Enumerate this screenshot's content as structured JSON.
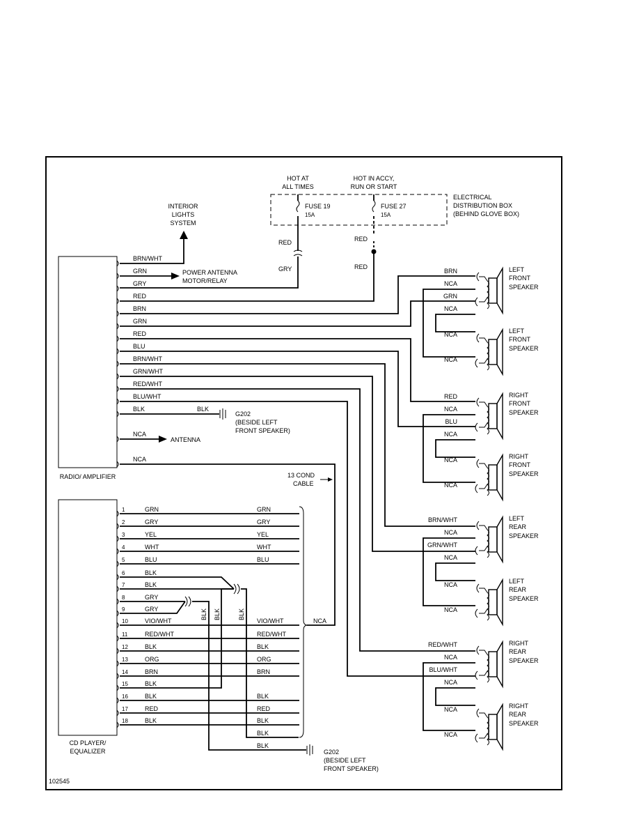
{
  "diagram_id": "102545",
  "boxes": {
    "radio": "RADIO/ AMPLIFIER",
    "cd_1": "CD PLAYER/",
    "cd_2": "EQUALIZER"
  },
  "fuse_box": {
    "hot_at_1": "HOT AT",
    "hot_at_2": "ALL TIMES",
    "hot_accy_1": "HOT IN ACCY,",
    "hot_accy_2": "RUN OR START",
    "fuse19": "FUSE 19",
    "fuse19_amp": "15A",
    "fuse27": "FUSE 27",
    "fuse27_amp": "15A",
    "box_1": "ELECTRICAL",
    "box_2": "DISTRIBUTION BOX",
    "box_3": "(BEHIND GLOVE BOX)",
    "red_a": "RED",
    "gry": "GRY",
    "red_b": "RED",
    "red_c": "RED"
  },
  "interior": [
    "INTERIOR",
    "LIGHTS",
    "SYSTEM"
  ],
  "power_antenna": [
    "POWER ANTENNA",
    "MOTOR/RELAY"
  ],
  "antenna": "ANTENNA",
  "g202_top": [
    "G202",
    "(BESIDE LEFT",
    "FRONT SPEAKER)"
  ],
  "g202_bottom": [
    "G202",
    "(BESIDE LEFT",
    "FRONT SPEAKER)"
  ],
  "cable": [
    "13 COND",
    "CABLE"
  ],
  "radio_wires": [
    "BRN/WHT",
    "GRN",
    "GRY",
    "RED",
    "BRN",
    "GRN",
    "RED",
    "BLU",
    "BRN/WHT",
    "GRN/WHT",
    "RED/WHT",
    "BLU/WHT",
    "BLK",
    "NCA",
    "NCA"
  ],
  "blk_ground": "BLK",
  "cd_pins": [
    {
      "num": "1",
      "color": "GRN",
      "right": "GRN"
    },
    {
      "num": "2",
      "color": "GRY",
      "right": "GRY"
    },
    {
      "num": "3",
      "color": "YEL",
      "right": "YEL"
    },
    {
      "num": "4",
      "color": "WHT",
      "right": "WHT"
    },
    {
      "num": "5",
      "color": "BLU",
      "right": "BLU"
    },
    {
      "num": "6",
      "color": "BLK",
      "right": ""
    },
    {
      "num": "7",
      "color": "BLK",
      "right": ""
    },
    {
      "num": "8",
      "color": "GRY",
      "right": ""
    },
    {
      "num": "9",
      "color": "GRY",
      "right": ""
    },
    {
      "num": "10",
      "color": "VIO/WHT",
      "right": "VIO/WHT"
    },
    {
      "num": "11",
      "color": "RED/WHT",
      "right": "RED/WHT"
    },
    {
      "num": "12",
      "color": "BLK",
      "right": "BLK"
    },
    {
      "num": "13",
      "color": "ORG",
      "right": "ORG"
    },
    {
      "num": "14",
      "color": "BRN",
      "right": "BRN"
    },
    {
      "num": "15",
      "color": "BLK",
      "right": ""
    },
    {
      "num": "16",
      "color": "BLK",
      "right": "BLK"
    },
    {
      "num": "17",
      "color": "RED",
      "right": "RED"
    },
    {
      "num": "18",
      "color": "BLK",
      "right": "BLK"
    }
  ],
  "vertical_blk": [
    "BLK",
    "BLK",
    "BLK"
  ],
  "cd_extra": [
    "BLK",
    "BLK"
  ],
  "nca_cd": "NCA",
  "speakers": [
    {
      "l1": "LEFT",
      "l2": "FRONT",
      "l3": "SPEAKER",
      "w1": "BRN",
      "w2": "NCA",
      "w3": "GRN",
      "w4": "NCA"
    },
    {
      "l1": "LEFT",
      "l2": "FRONT",
      "l3": "SPEAKER",
      "w1": "NCA",
      "w2": "NCA",
      "w3": "",
      "w4": ""
    },
    {
      "l1": "RIGHT",
      "l2": "FRONT",
      "l3": "SPEAKER",
      "w1": "RED",
      "w2": "NCA",
      "w3": "BLU",
      "w4": "NCA"
    },
    {
      "l1": "RIGHT",
      "l2": "FRONT",
      "l3": "SPEAKER",
      "w1": "NCA",
      "w2": "NCA",
      "w3": "",
      "w4": ""
    },
    {
      "l1": "LEFT",
      "l2": "REAR",
      "l3": "SPEAKER",
      "w1": "BRN/WHT",
      "w2": "NCA",
      "w3": "GRN/WHT",
      "w4": "NCA"
    },
    {
      "l1": "LEFT",
      "l2": "REAR",
      "l3": "SPEAKER",
      "w1": "NCA",
      "w2": "NCA",
      "w3": "",
      "w4": ""
    },
    {
      "l1": "RIGHT",
      "l2": "REAR",
      "l3": "SPEAKER",
      "w1": "RED/WHT",
      "w2": "NCA",
      "w3": "BLU/WHT",
      "w4": "NCA"
    },
    {
      "l1": "RIGHT",
      "l2": "REAR",
      "l3": "SPEAKER",
      "w1": "NCA",
      "w2": "NCA",
      "w3": "",
      "w4": ""
    }
  ]
}
